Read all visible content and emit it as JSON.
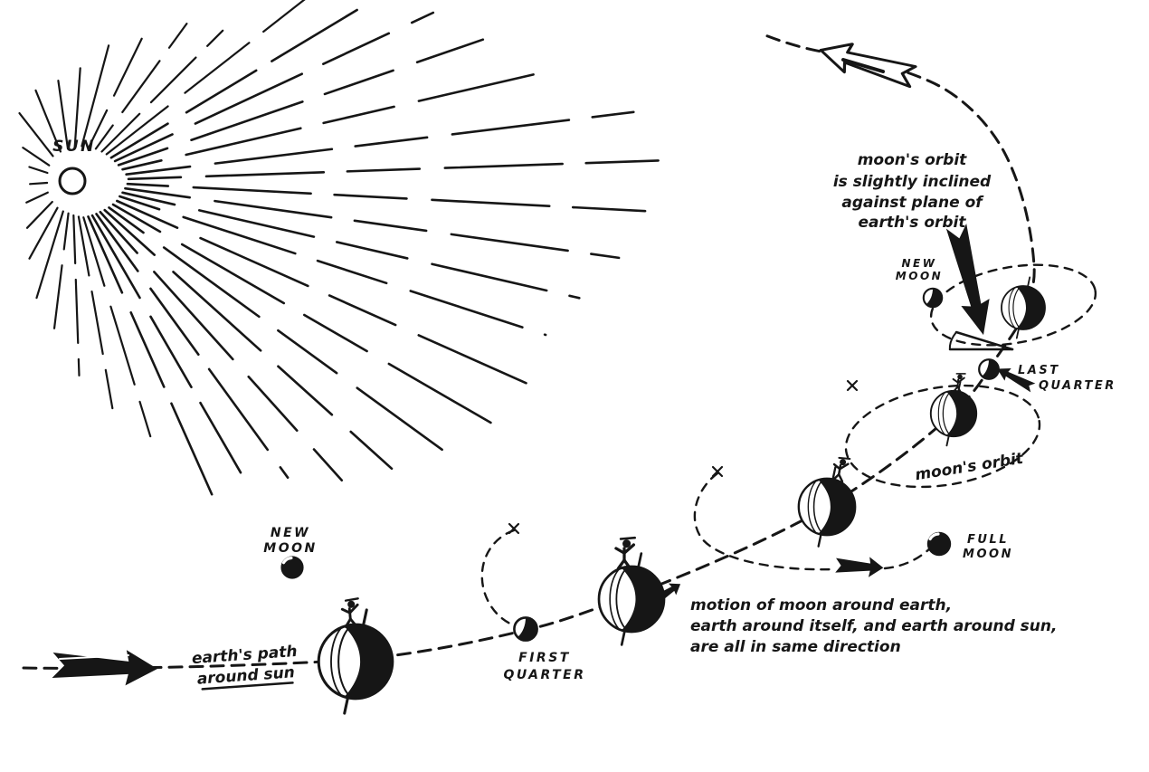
{
  "colors": {
    "ink": "#161616",
    "paper": "#ffffff"
  },
  "labels": {
    "sun": "SUN",
    "inclination_note_line1": "moon's orbit",
    "inclination_note_line2": "is slightly inclined",
    "inclination_note_line3": "against plane of",
    "inclination_note_line4": "earth's orbit",
    "new_moon_top_line1": "NEW",
    "new_moon_top_line2": "MOON",
    "last_quarter_line1": "LAST",
    "last_quarter_line2": "QUARTER",
    "moons_orbit": "moon's orbit",
    "full_moon_line1": "FULL",
    "full_moon_line2": "MOON",
    "new_moon_bottom_line1": "NEW",
    "new_moon_bottom_line2": "MOON",
    "first_quarter_line1": "FIRST",
    "first_quarter_line2": "QUARTER",
    "earths_path_line1": "earth's path",
    "earths_path_line2": "around sun",
    "motion_note_line1": "motion of moon around earth,",
    "motion_note_line2": "earth around itself, and earth around sun,",
    "motion_note_line3": "are all in same direction"
  }
}
